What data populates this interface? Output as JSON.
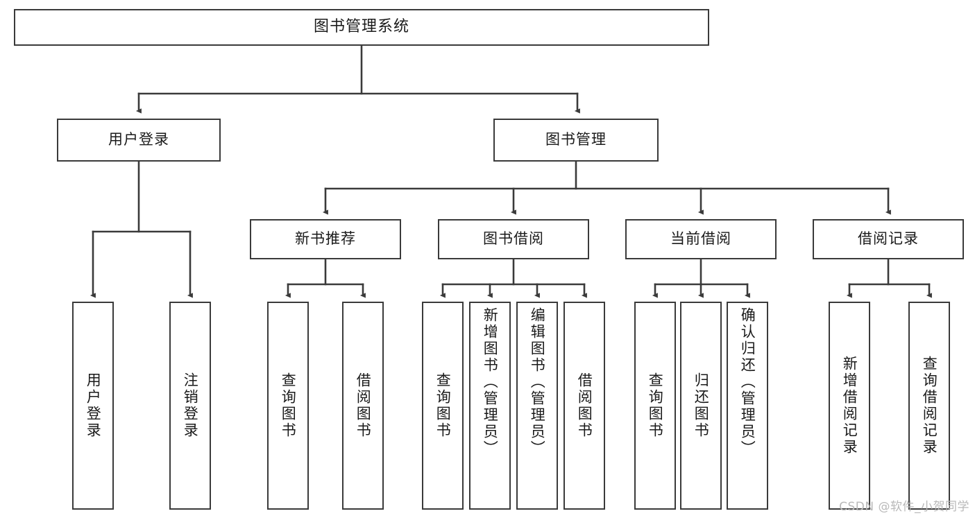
{
  "diagram": {
    "type": "tree-hierarchy",
    "title": "图书管理系统",
    "watermark": "CSDN @软件_小贺同学",
    "style": {
      "line_color": "#3a3a3a",
      "box_fill": "#ffffff",
      "text_color": "#1a1a1a",
      "watermark_color": "#b9b9b9"
    },
    "root": {
      "id": "root",
      "label": "图书管理系统"
    },
    "level2": [
      {
        "id": "user-login",
        "label": "用户登录"
      },
      {
        "id": "book-manage",
        "label": "图书管理"
      }
    ],
    "level3": [
      {
        "id": "new-book-recommend",
        "label": "新书推荐",
        "parent": "book-manage"
      },
      {
        "id": "book-borrow",
        "label": "图书借阅",
        "parent": "book-manage"
      },
      {
        "id": "current-borrow",
        "label": "当前借阅",
        "parent": "book-manage"
      },
      {
        "id": "borrow-record",
        "label": "借阅记录",
        "parent": "book-manage"
      }
    ],
    "leaves": [
      {
        "id": "leaf-user-login",
        "label": "用户登录",
        "parent": "user-login"
      },
      {
        "id": "leaf-logout",
        "label": "注销登录",
        "parent": "user-login"
      },
      {
        "id": "leaf-query-book-1",
        "label": "查询图书",
        "parent": "new-book-recommend"
      },
      {
        "id": "leaf-borrow-book-1",
        "label": "借阅图书",
        "parent": "new-book-recommend"
      },
      {
        "id": "leaf-query-book-2",
        "label": "查询图书",
        "parent": "book-borrow"
      },
      {
        "id": "leaf-add-book",
        "label": "新增图书（管理员）",
        "parent": "book-borrow"
      },
      {
        "id": "leaf-edit-book",
        "label": "编辑图书（管理员）",
        "parent": "book-borrow"
      },
      {
        "id": "leaf-borrow-book-2",
        "label": "借阅图书",
        "parent": "book-borrow"
      },
      {
        "id": "leaf-query-book-3",
        "label": "查询图书",
        "parent": "current-borrow"
      },
      {
        "id": "leaf-return-book",
        "label": "归还图书",
        "parent": "current-borrow"
      },
      {
        "id": "leaf-confirm-return",
        "label": "确认归还（管理员）",
        "parent": "current-borrow"
      },
      {
        "id": "leaf-add-record",
        "label": "新增借阅记录",
        "parent": "borrow-record"
      },
      {
        "id": "leaf-query-record",
        "label": "查询借阅记录",
        "parent": "borrow-record"
      }
    ]
  }
}
